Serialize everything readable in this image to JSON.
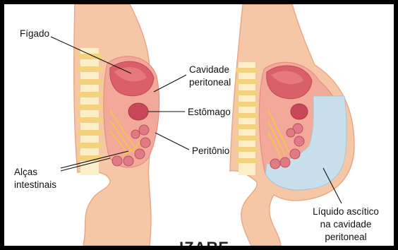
{
  "labels": {
    "figado": "Fígado",
    "cavidade_line1": "Cavidade",
    "cavidade_line2": "peritoneal",
    "estomago": "Estômago",
    "peritonio": "Peritônio",
    "alcas_line1": "Alças",
    "alcas_line2": "intestinais",
    "liquido_line1": "Líquido ascítico",
    "liquido_line2": "na cavidade",
    "liquido_line3": "peritoneal"
  },
  "watermark": "IZARE",
  "colors": {
    "skin": "#f6c7a6",
    "skin_edge": "#e8a988",
    "cavity": "#f3a99a",
    "liver": "#d9606a",
    "liver_light": "#f08a8a",
    "stomach": "#c9475a",
    "intestine": "#e07a85",
    "nerve": "#f2cc3a",
    "spine_bone": "#fbefc9",
    "spine_disc": "#f4d27d",
    "ascites_fluid": "#c9e0ec"
  }
}
